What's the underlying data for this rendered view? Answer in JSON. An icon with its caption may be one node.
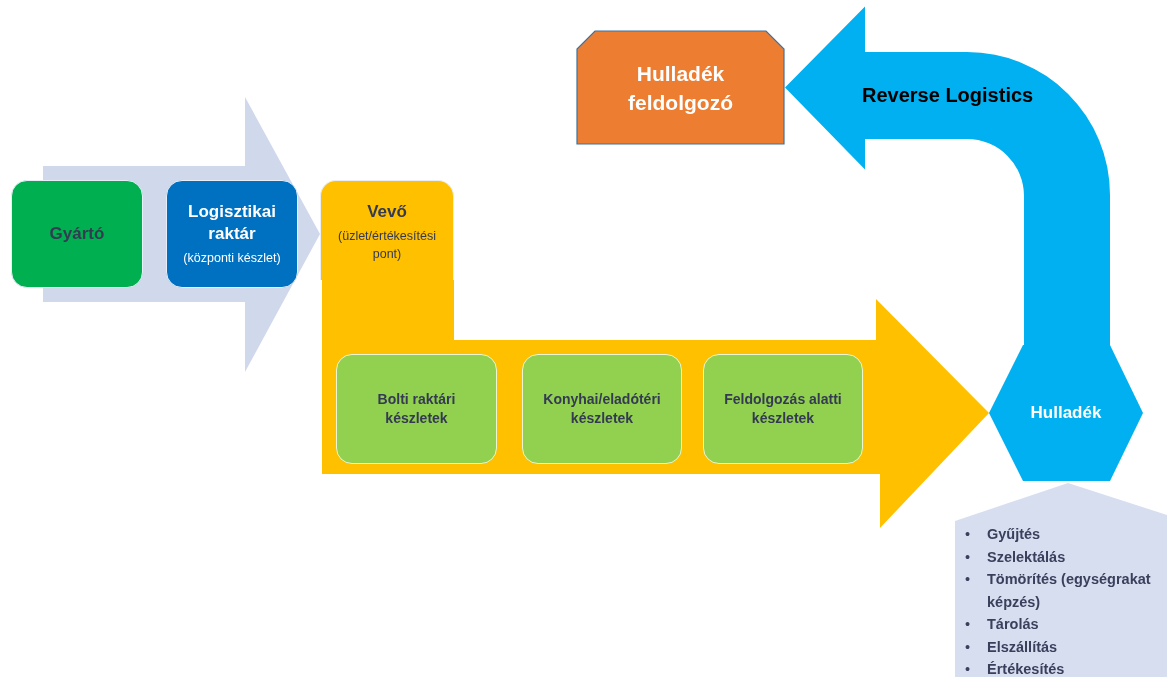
{
  "diagram": {
    "nodes": [
      {
        "text": [
          "Gyártó"
        ]
      },
      {
        "text": [
          "Logisztikai raktár",
          "(központi készlet)"
        ]
      },
      {
        "text": [
          "Vevő",
          "(üzlet/értékesítési pont)"
        ]
      },
      {
        "text": [
          "Bolti raktári készletek"
        ]
      },
      {
        "text": [
          "Konyhai/eladótéri készletek"
        ]
      },
      {
        "text": [
          "Feldolgozás alatti készletek"
        ]
      },
      {
        "text": [
          "Hulladék"
        ]
      },
      {
        "text": [
          "Hulladék feldolgozó"
        ]
      },
      {
        "text": [
          "•",
          "Gyűjtés",
          "•",
          "Szelektálás",
          "•",
          "Tömörítés (egységrakat képzés)",
          "•",
          "Tárolás",
          "•",
          "Elszállítás",
          "•",
          "Értékesítés"
        ]
      }
    ],
    "edges": [
      {
        "from": null,
        "to": 2,
        "arrow": "to",
        "style": "thick",
        "color": "#d0d8ec"
      },
      {
        "from": 2,
        "to": 6,
        "arrow": "to",
        "style": "thick",
        "color": "#ffc000"
      },
      {
        "from": 6,
        "to": 7,
        "arrow": "to",
        "label": "Reverse Logistics",
        "style": "thick",
        "color": "#00b0f0"
      }
    ]
  }
}
